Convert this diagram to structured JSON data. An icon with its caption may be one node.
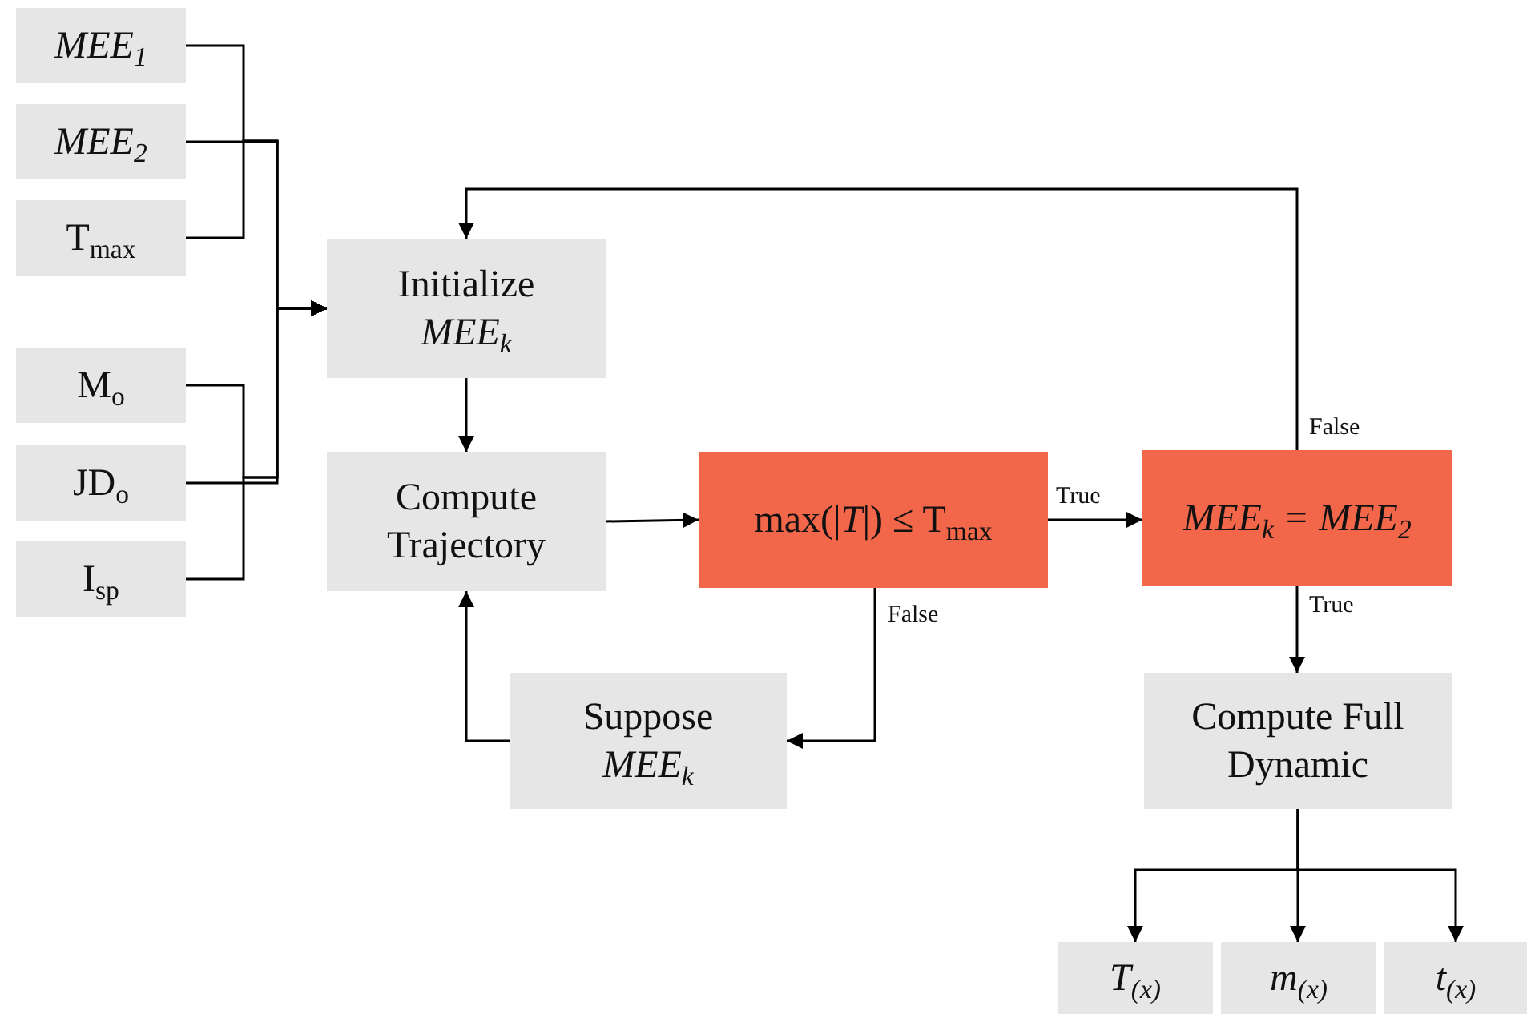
{
  "diagram": {
    "nodes": [
      {
        "text": [
          "MEE$_{1}$"
        ]
      },
      {
        "text": [
          "MEE$_{2}$"
        ]
      },
      {
        "text": [
          "T$_{max}$"
        ]
      },
      {
        "text": [
          "M$_{o}$"
        ]
      },
      {
        "text": [
          "JD$_{o}$"
        ]
      },
      {
        "text": [
          "I$_{sp}$"
        ]
      },
      {
        "text": [
          "Initialize *MEE$_{k}$*"
        ]
      },
      {
        "text": [
          "Compute Trajectory"
        ]
      },
      {
        "text": [
          "max(|*T*|) ≤ T$_{max}$"
        ]
      },
      {
        "text": [
          "MEE$_{k}$ = MEE$_{2}$"
        ]
      },
      {
        "text": [
          "Suppose *MEE$_{k}$*"
        ]
      },
      {
        "text": [
          "Compute Full Dynamic"
        ]
      },
      {
        "text": [
          "T$_{(x)}$"
        ]
      },
      {
        "text": [
          "m$_{(x)}$"
        ]
      },
      {
        "text": [
          "t$_{(x)}$"
        ]
      }
    ],
    "edges": [
      {
        "from": 0,
        "to": 6,
        "arrow": "to"
      },
      {
        "from": 1,
        "to": 6,
        "arrow": "to"
      },
      {
        "from": 2,
        "to": 6,
        "arrow": "to"
      },
      {
        "from": 3,
        "to": 6,
        "arrow": "to"
      },
      {
        "from": 4,
        "to": 6,
        "arrow": "to"
      },
      {
        "from": 5,
        "to": 6,
        "arrow": "to"
      },
      {
        "from": 6,
        "to": 7,
        "arrow": "to"
      },
      {
        "from": 7,
        "to": 8,
        "arrow": "to"
      },
      {
        "from": 8,
        "to": 9,
        "arrow": "to",
        "label": "True"
      },
      {
        "from": 8,
        "to": 10,
        "arrow": "to",
        "label": "False"
      },
      {
        "from": 10,
        "to": 7,
        "arrow": "to"
      },
      {
        "from": 9,
        "to": 6,
        "arrow": "to",
        "label": "False"
      },
      {
        "from": 9,
        "to": 11,
        "arrow": "to",
        "label": "True"
      },
      {
        "from": 11,
        "to": 12,
        "arrow": "to"
      },
      {
        "from": 11,
        "to": 13,
        "arrow": "to"
      },
      {
        "from": 11,
        "to": 14,
        "arrow": "to"
      }
    ]
  }
}
